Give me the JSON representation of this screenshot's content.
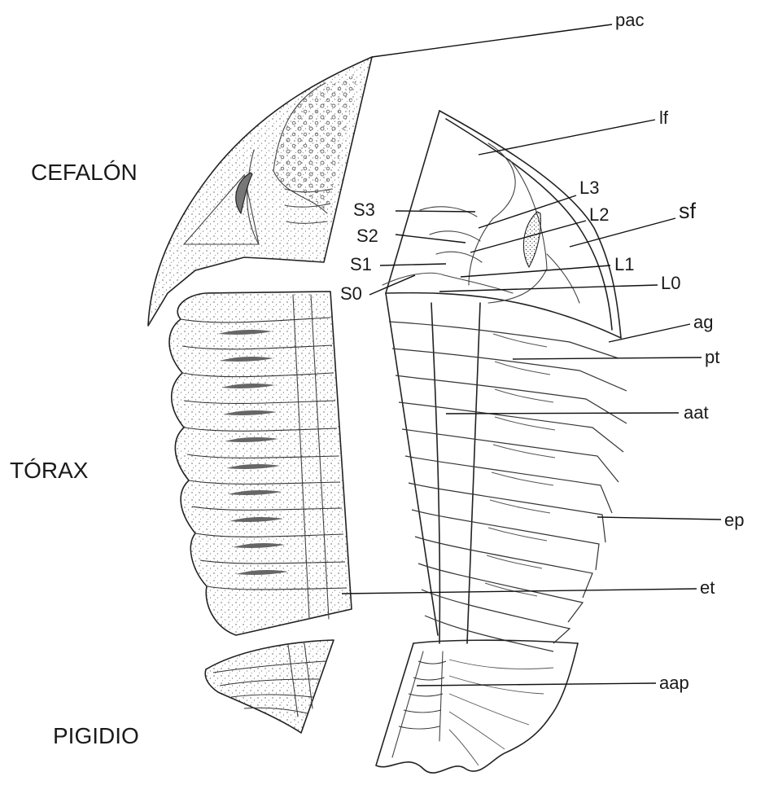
{
  "sections": {
    "cephalon": "CEFALÓN",
    "thorax": "TÓRAX",
    "pygidium": "PIGIDIO"
  },
  "parts": {
    "pac": "pac",
    "lf": "lf",
    "l3": "L3",
    "s3": "S3",
    "l2": "L2",
    "sf": "sf",
    "s2": "S2",
    "s1": "S1",
    "l1": "L1",
    "s0": "S0",
    "l0": "L0",
    "ag": "ag",
    "pt": "pt",
    "aat": "aat",
    "ep": "ep",
    "et": "et",
    "aap": "aap"
  }
}
